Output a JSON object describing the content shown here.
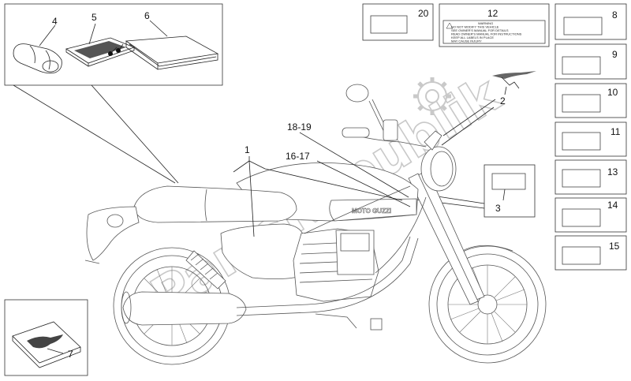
{
  "watermark": {
    "text": "PartsRepublik"
  },
  "callouts": {
    "c1": "1",
    "c2": "2",
    "c3": "3",
    "c4": "4",
    "c5": "5",
    "c6": "6",
    "c7": "7",
    "c8": "8",
    "c9": "9",
    "c10": "10",
    "c11": "11",
    "c12": "12",
    "c13": "13",
    "c14": "14",
    "c15": "15",
    "c16_17": "16-17",
    "c18_19": "18-19",
    "c20": "20"
  },
  "decal_12_lines": [
    "WARNING",
    "DO NOT MODIFY THIS VEHICLE",
    "SEE OWNER'S MANUAL FOR DETAILS",
    "READ OWNER'S MANUAL FOR INSTRUCTIONS",
    "KEEP ALL LABELS IN PLACE",
    "MAY CAUSE INJURY"
  ],
  "tank_logo": "MOTO GUZZI",
  "colors": {
    "line": "#222222",
    "watermark": "#c9c9c9",
    "background": "#ffffff"
  }
}
